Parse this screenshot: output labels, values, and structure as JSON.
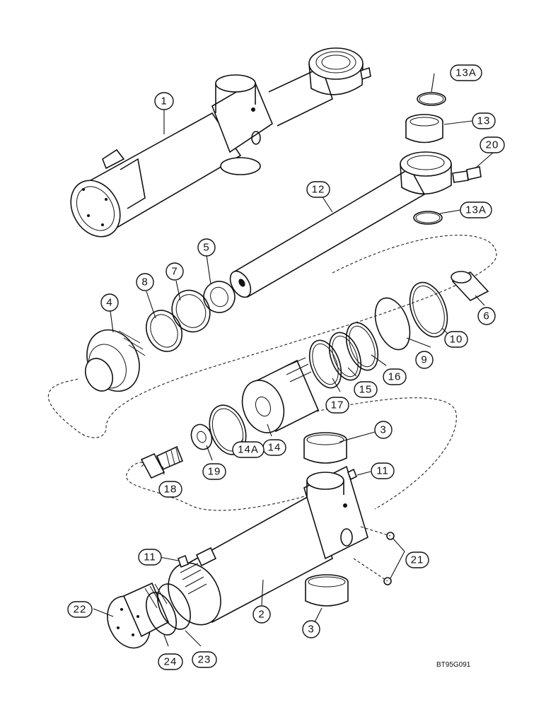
{
  "callouts": {
    "c1": "1",
    "c2": "2",
    "c3a": "3",
    "c3b": "3",
    "c4": "4",
    "c5": "5",
    "c6": "6",
    "c7": "7",
    "c8": "8",
    "c9": "9",
    "c10": "10",
    "c11a": "11",
    "c11b": "11",
    "c12": "12",
    "c13": "13",
    "c13a1": "13A",
    "c13a2": "13A",
    "c14": "14",
    "c14a": "14A",
    "c15": "15",
    "c16": "16",
    "c17": "17",
    "c18": "18",
    "c19": "19",
    "c20": "20",
    "c21": "21",
    "c22": "22",
    "c23": "23",
    "c24": "24"
  },
  "drawing_code": "BT95G091"
}
